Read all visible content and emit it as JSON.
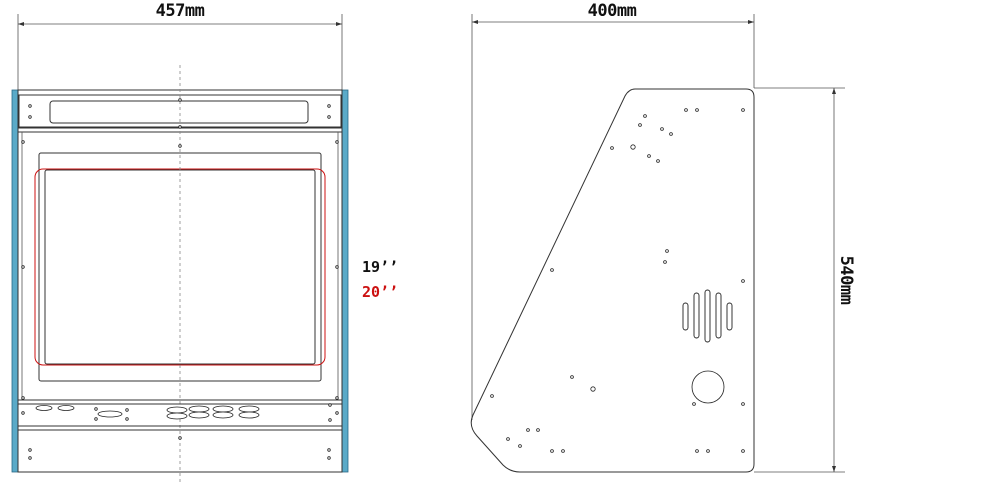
{
  "dimensions": {
    "front_width": "457mm",
    "side_width": "400mm",
    "side_height": "540mm"
  },
  "screen_sizes": {
    "size_a": "19’’",
    "size_b": "20’’"
  },
  "colors": {
    "line": "#333333",
    "accent_red": "#cc1111",
    "side_panel": "#5aaac8"
  }
}
